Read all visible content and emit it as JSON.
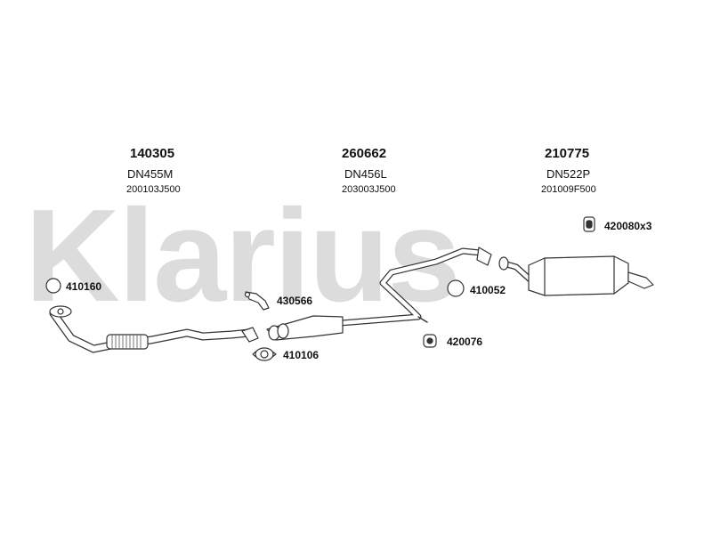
{
  "watermark": {
    "text": "Klarius"
  },
  "assemblies": [
    {
      "number": "140305",
      "code": "DN455M",
      "ref": "200103J500"
    },
    {
      "number": "260662",
      "code": "DN456L",
      "ref": "203003J500"
    },
    {
      "number": "210775",
      "code": "DN522P",
      "ref": "201009F500"
    }
  ],
  "parts": {
    "p410160": "410160",
    "p430566": "430566",
    "p410106": "410106",
    "p410052": "410052",
    "p420076": "420076",
    "p420080": "420080x3"
  },
  "colors": {
    "line": "#333333",
    "pipe_fill": "#ffffff",
    "watermark": "#dcdcdc"
  }
}
